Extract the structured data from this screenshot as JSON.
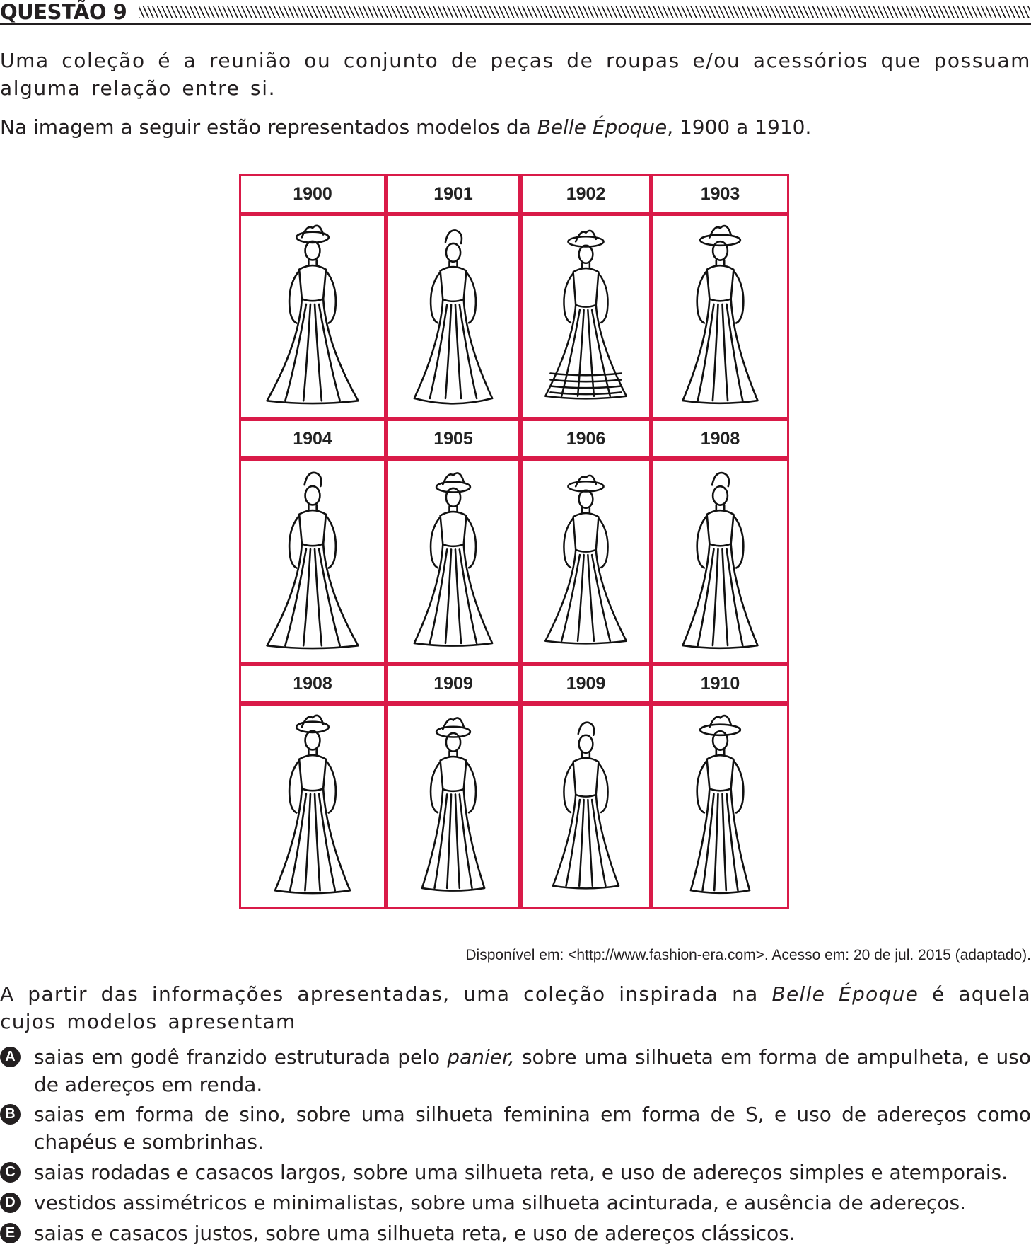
{
  "question": {
    "title": "QUESTÃO 9"
  },
  "intro": {
    "paragraph1": "Uma coleção é a reunião ou conjunto de peças de roupas e/ou acessórios que possuam alguma relação entre si.",
    "paragraph2_before": "Na imagem a seguir estão representados modelos da ",
    "paragraph2_italic": "Belle Époque",
    "paragraph2_after": ", 1900 a 1910."
  },
  "figure": {
    "border_color": "#d91a48",
    "years": [
      "1900",
      "1901",
      "1902",
      "1903",
      "1904",
      "1905",
      "1906",
      "1908",
      "1908",
      "1909",
      "1909",
      "1910"
    ]
  },
  "source": "Disponível em: <http://www.fashion-era.com>. Acesso em: 20 de jul. 2015 (adaptado).",
  "prompt": {
    "before": "A partir das informações apresentadas, uma coleção inspirada na ",
    "italic": "Belle Époque",
    "after": " é aquela cujos modelos apresentam"
  },
  "options": [
    {
      "letter": "A",
      "before": "saias em godê franzido estruturada pelo ",
      "italic": "panier,",
      "after": " sobre uma silhueta em forma de ampulheta, e uso de adereços em renda."
    },
    {
      "letter": "B",
      "text": "saias em forma de sino, sobre uma silhueta feminina em forma de S, e uso de adereços como chapéus e sombrinhas."
    },
    {
      "letter": "C",
      "text": "saias rodadas e casacos largos, sobre uma silhueta reta, e uso de adereços simples e atemporais."
    },
    {
      "letter": "D",
      "text": "vestidos assimétricos e minimalistas, sobre uma silhueta acinturada, e ausência de adereços."
    },
    {
      "letter": "E",
      "text": "saias e casacos justos, sobre uma silhueta reta, e uso de adereços clássicos."
    }
  ]
}
